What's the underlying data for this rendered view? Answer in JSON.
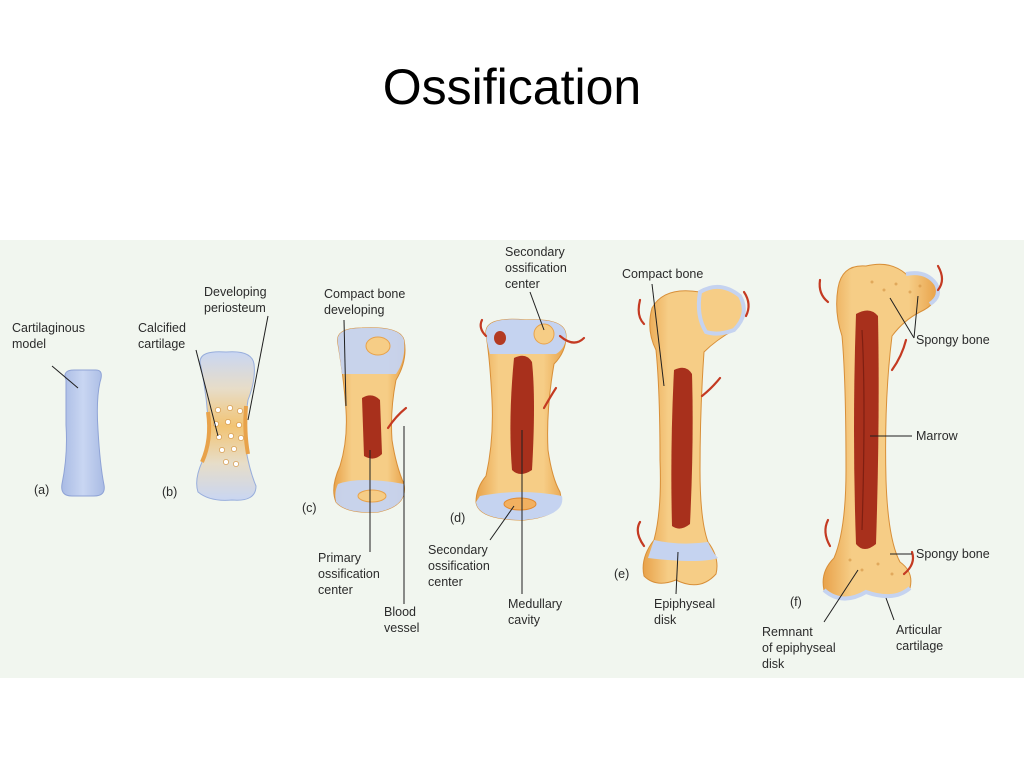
{
  "slide": {
    "title": "Ossification"
  },
  "figure": {
    "stages": {
      "a": "(a)",
      "b": "(b)",
      "c": "(c)",
      "d": "(d)",
      "e": "(e)",
      "f": "(f)"
    },
    "labels": {
      "cartilaginous_model": [
        "Cartilaginous",
        "model"
      ],
      "calcified_cartilage": [
        "Calcified",
        "cartilage"
      ],
      "developing_periosteum": [
        "Developing",
        "periosteum"
      ],
      "compact_bone_developing": [
        "Compact bone",
        "developing"
      ],
      "primary_ossification_center": [
        "Primary",
        "ossification",
        "center"
      ],
      "blood_vessel": [
        "Blood",
        "vessel"
      ],
      "secondary_ossification_center_top": [
        "Secondary",
        "ossification",
        "center"
      ],
      "secondary_ossification_center_bottom": [
        "Secondary",
        "ossification",
        "center"
      ],
      "medullary_cavity": [
        "Medullary",
        "cavity"
      ],
      "compact_bone": [
        "Compact bone"
      ],
      "epiphyseal_disk": [
        "Epiphyseal",
        "disk"
      ],
      "spongy_bone_top": [
        "Spongy bone"
      ],
      "marrow": [
        "Marrow"
      ],
      "spongy_bone_bottom": [
        "Spongy bone"
      ],
      "articular_cartilage": [
        "Articular",
        "cartilage"
      ],
      "remnant_epiphyseal_disk": [
        "Remnant",
        "of epiphyseal",
        "disk"
      ]
    },
    "colors": {
      "background": "#f1f6ef",
      "cartilage": "#b9c9ea",
      "bone": "#f2bc6c",
      "bone_edge": "#e39a3c",
      "marrow": "#a8301c",
      "vessel": "#c43a22"
    }
  }
}
